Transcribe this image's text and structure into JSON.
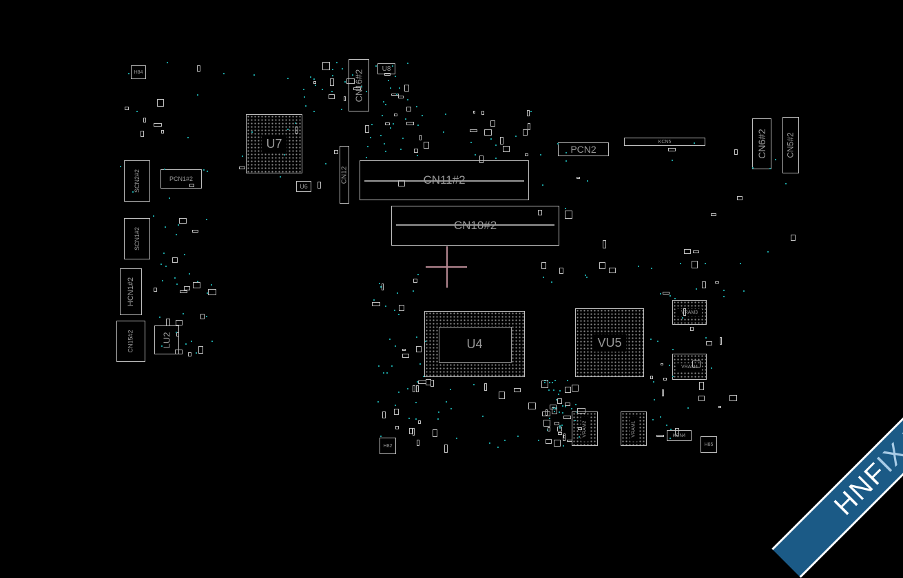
{
  "board": {
    "components": {
      "h84": "H84",
      "u8": "U8",
      "cn16": "CN16#2",
      "u7": "U7",
      "u6": "U6",
      "cn12": "CN12",
      "pcn1": "PCN1#2",
      "scn2": "SCN2#2",
      "scn1": "SCN1#2",
      "hcn1": "HCN1#2",
      "cn15": "CN15#2",
      "lu2": "LU2",
      "cn11": "CN11#2",
      "cn10": "CN10#2",
      "u4": "U4",
      "vu5": "VU5",
      "vram3": "VRAM3",
      "vram4": "VRAM4",
      "vram2": "VRAM2",
      "vram1": "VRAM1",
      "kcn4": "KCN4",
      "h85": "H85",
      "h82": "H82",
      "pcn2": "PCN2",
      "kcn5": "KCN5",
      "cn6": "CN6#2",
      "cn5": "CN5#2"
    },
    "colors": {
      "background": "#000000",
      "outline": "#bdbdbd",
      "test_point": "#1aa0a0",
      "cursor": "#b88a94"
    }
  },
  "watermark": {
    "text_main": "HNF",
    "text_accent": "IX.VN",
    "colors": {
      "band": "#1b5a86",
      "accent": "#ff1a1a"
    }
  }
}
